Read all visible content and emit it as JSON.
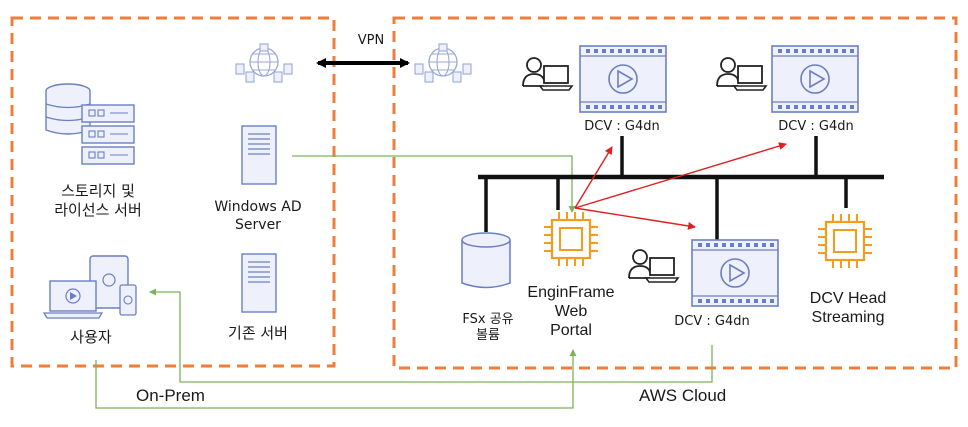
{
  "regions": {
    "onprem": "On-Prem",
    "aws": "AWS Cloud"
  },
  "links": {
    "vpn": "VPN"
  },
  "onprem": {
    "storage_label": "스토리지 및\n라이선스 서버",
    "ad_label": "Windows AD\nServer",
    "existing_label": "기존 서버",
    "users_label": "사용자"
  },
  "aws": {
    "dcv_left": "DCV : G4dn",
    "dcv_right": "DCV : G4dn",
    "dcv_bottom": "DCV : G4dn",
    "fsx_label": "FSx 공유\n볼륨",
    "portal_label": "EnginFrame\nWeb\nPortal",
    "head_label": "DCV Head\nStreaming"
  },
  "colors": {
    "region_border": "#ee7e3a",
    "icon_blue": "#6a7fc4",
    "icon_fill": "#e6eaf7",
    "chip_orange": "#f29d1e",
    "arrow_red": "#e02020",
    "line_green": "#7ab35a",
    "bus_black": "#111111"
  }
}
